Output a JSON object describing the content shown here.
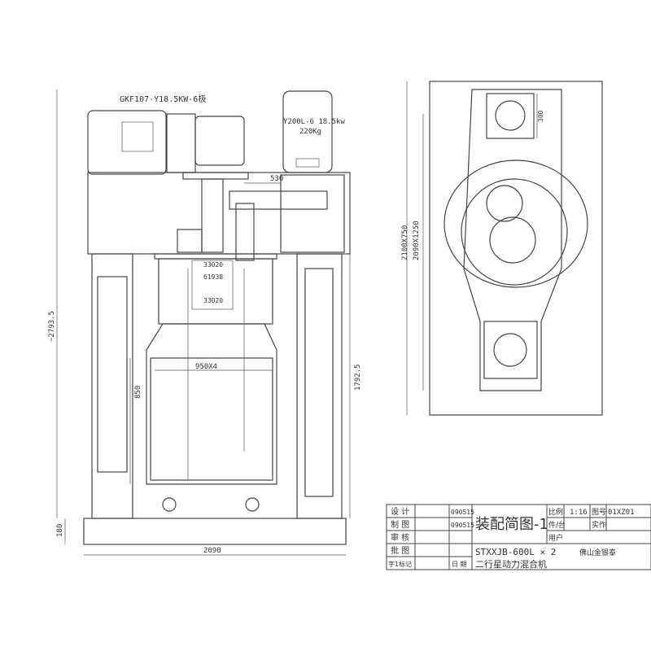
{
  "front_view": {
    "motor_gear_label": "GKF107-Y18.5KW-6极",
    "motor_label": "Y200L-6 18.5kw",
    "motor_weight": "220Kg",
    "dim_530": "530",
    "bearing_top": "33020",
    "bearing_mid": "61938",
    "bearing_bottom": "33020",
    "vessel_dia": "950X4",
    "dim_850": "850",
    "dim_1792": "1792.5",
    "dim_total_height": "~2793.5",
    "dim_base": "180",
    "dim_width": "2090"
  },
  "top_view": {
    "dim_300": "300",
    "dim_2100": "2100X750",
    "dim_2090": "2090X1250"
  },
  "title_block": {
    "design_label": "设 计",
    "design_date": "090515",
    "draw_label": "制 图",
    "draw_date": "090515",
    "review_label": "审 核",
    "approve_label": "批 图",
    "mark_label": "字1标记",
    "date_label": "日 期",
    "title": "装配简图-1",
    "model": "STXXJB-600L × 2",
    "product_name": "二行星动力混合机",
    "scale_label": "比例",
    "scale": "1:16",
    "drawing_no_label": "图号",
    "drawing_no": "01XZ01",
    "pieces_label": "件/台",
    "made_label": "实作",
    "user_label": "用户",
    "company": "佛山金银泰"
  }
}
